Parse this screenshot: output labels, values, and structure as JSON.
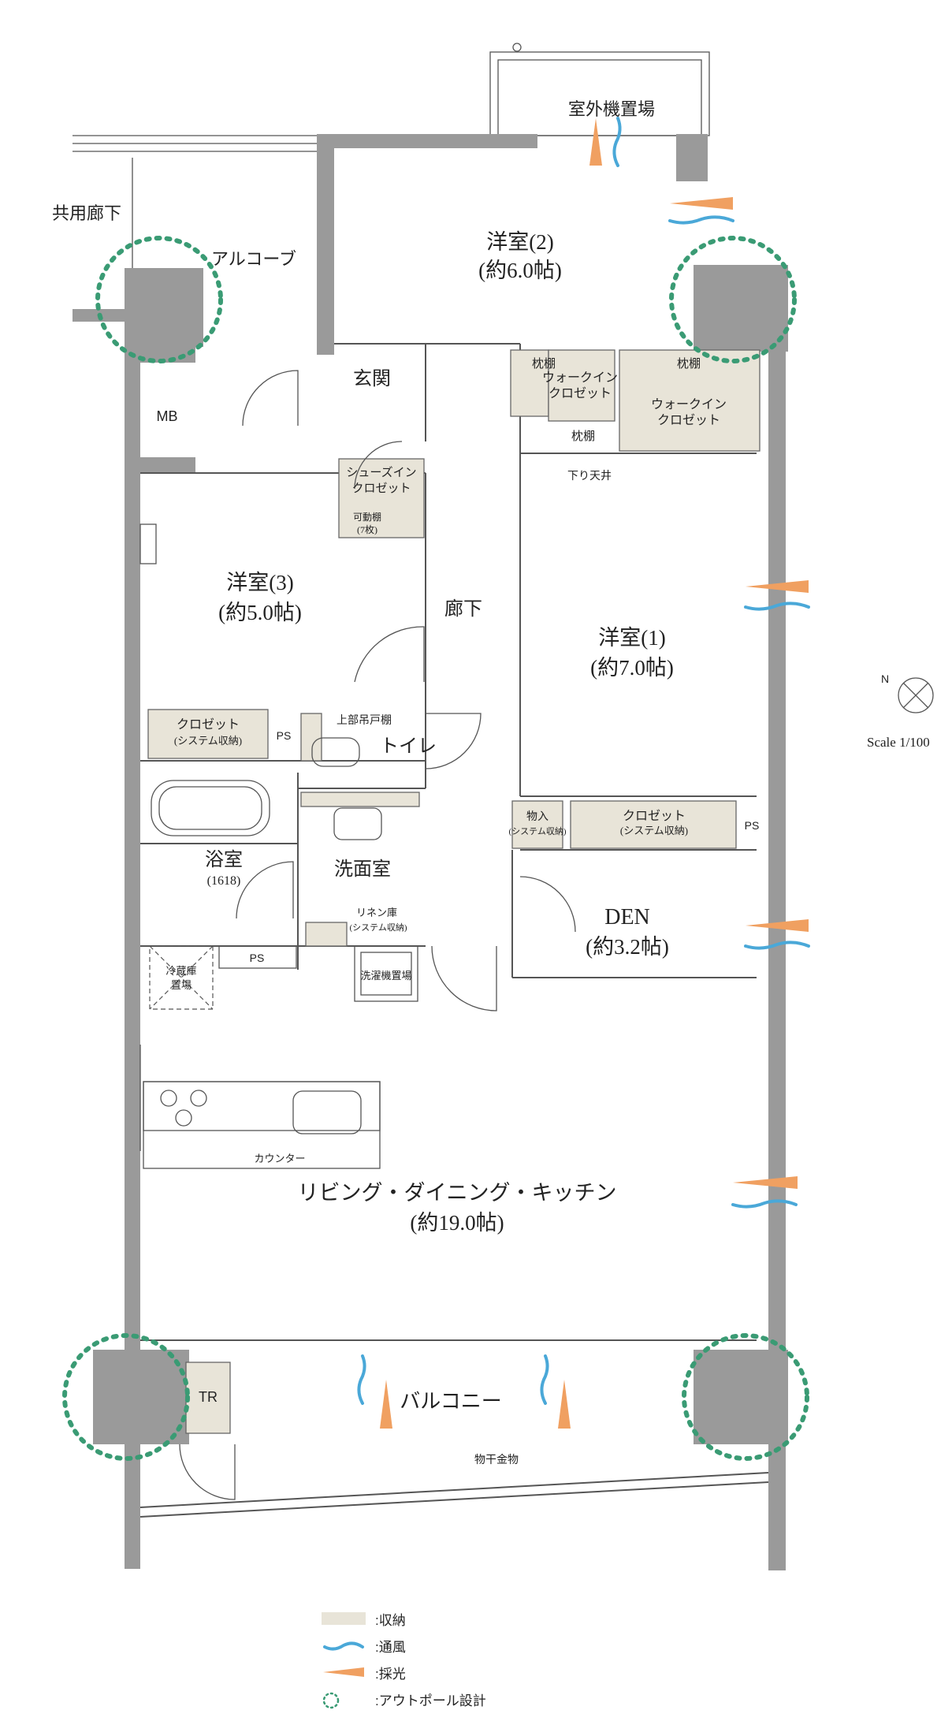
{
  "rooms": {
    "outdoor_unit": "室外機置場",
    "common_corridor": "共用廊下",
    "alcove": "アルコーブ",
    "mb": "MB",
    "entrance": "玄関",
    "corridor": "廊下",
    "western2_name": "洋室(2)",
    "western2_size": "(約6.0帖)",
    "western3_name": "洋室(3)",
    "western3_size": "(約5.0帖)",
    "western1_name": "洋室(1)",
    "western1_size": "(約7.0帖)",
    "wic1_line1": "ウォークイン",
    "wic1_line2": "クロゼット",
    "wic2_line1": "ウォークイン",
    "wic2_line2": "クロゼット",
    "pillow_shelf": "枕棚",
    "shoes_closet_line1": "シューズイン",
    "shoes_closet_line2": "クロゼット",
    "movable_shelf": "可動棚",
    "movable_shelf_count": "(7枚)",
    "lowered_ceiling": "下り天井",
    "closet": "クロゼット",
    "system_storage": "(システム収納)",
    "ps": "PS",
    "upper_cabinet": "上部吊戸棚",
    "toilet": "トイレ",
    "bathroom": "浴室",
    "bath_size": "(1618)",
    "washroom": "洗面室",
    "linen_line1": "リネン庫",
    "linen_line2": "(システム収納)",
    "laundry_space": "洗濯機置場",
    "storage_line1": "物入",
    "storage_line2": "(システム収納)",
    "den_name": "DEN",
    "den_size": "(約3.2帖)",
    "fridge_line1": "冷蔵庫",
    "fridge_line2": "置場",
    "counter": "カウンター",
    "ldk_name": "リビング・ダイニング・キッチン",
    "ldk_size": "(約19.0帖)",
    "tr": "TR",
    "balcony": "バルコニー",
    "drying_hardware": "物干金物"
  },
  "scale": "Scale 1/100",
  "legend": [
    {
      "mark": "storage",
      "text": ":収納"
    },
    {
      "mark": "wind",
      "text": ":通風"
    },
    {
      "mark": "light",
      "text": ":採光"
    },
    {
      "mark": "outpole",
      "text": ":アウトポール設計"
    }
  ],
  "colors": {
    "storage": "#e8e4d8",
    "wall": "#9a9a9a",
    "wind": "#4aa8d8",
    "light": "#f0a061",
    "outpole": "#3a9b74"
  }
}
